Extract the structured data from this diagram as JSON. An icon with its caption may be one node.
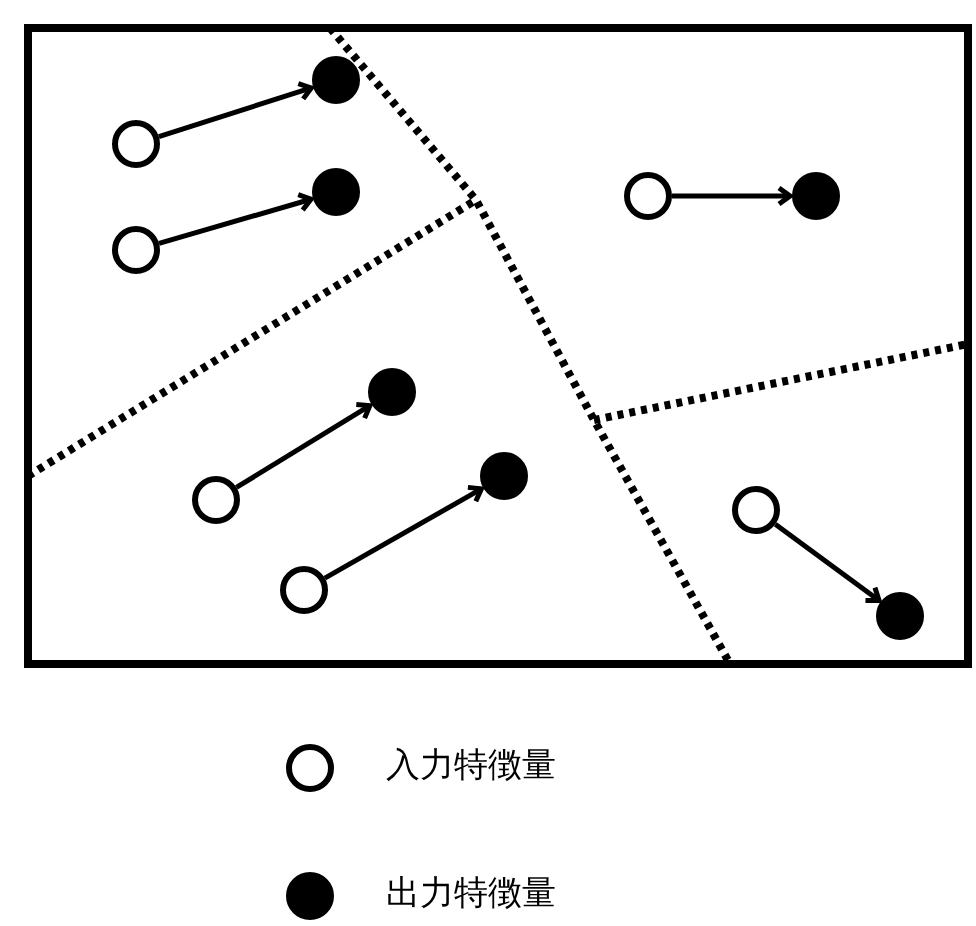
{
  "diagram": {
    "nodes": [
      {
        "text": [],
        "shape": "box"
      },
      {
        "text": [],
        "shape": "circle",
        "in": 0
      },
      {
        "text": [],
        "shape": "circle",
        "in": 0
      },
      {
        "text": [],
        "shape": "circle",
        "in": 0
      },
      {
        "text": [],
        "shape": "circle",
        "in": 0
      },
      {
        "text": [],
        "shape": "circle",
        "in": 0
      },
      {
        "text": [],
        "shape": "circle",
        "in": 0
      },
      {
        "text": [],
        "shape": "circle",
        "in": 0
      },
      {
        "text": [],
        "shape": "circle",
        "in": 0
      },
      {
        "text": [],
        "shape": "circle",
        "in": 0
      },
      {
        "text": [],
        "shape": "circle",
        "in": 0
      },
      {
        "text": [],
        "shape": "circle",
        "in": 0
      },
      {
        "text": [],
        "shape": "circle",
        "in": 0
      }
    ],
    "edges": [
      {
        "from": 1,
        "to": 2,
        "arrow": "to"
      },
      {
        "from": 3,
        "to": 4,
        "arrow": "to"
      },
      {
        "from": 5,
        "to": 6,
        "arrow": "to"
      },
      {
        "from": 7,
        "to": 8,
        "arrow": "to"
      },
      {
        "from": 9,
        "to": 10,
        "arrow": "to"
      },
      {
        "from": 11,
        "to": 12,
        "arrow": "to"
      }
    ],
    "legend": [
      {
        "text": "入力特徴量"
      },
      {
        "text": "出力特徴量"
      }
    ]
  }
}
